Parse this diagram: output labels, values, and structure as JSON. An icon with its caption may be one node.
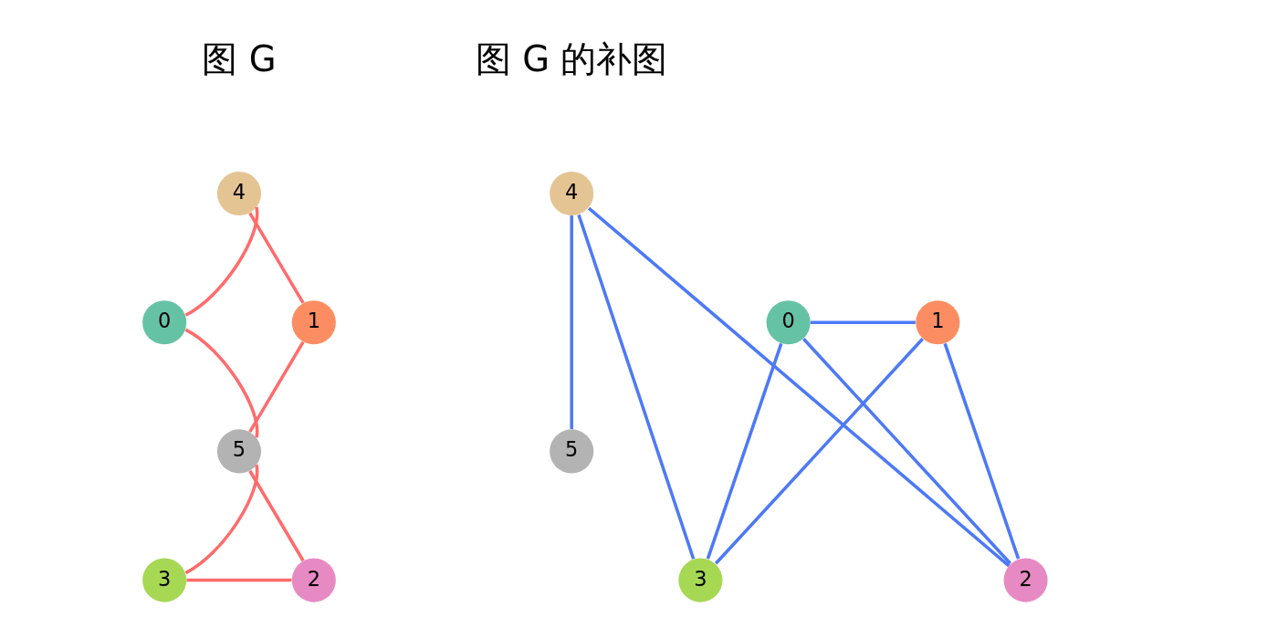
{
  "diagram": {
    "nodes": [
      {
        "text": [
          "0"
        ]
      },
      {
        "text": [
          "1"
        ]
      },
      {
        "text": [
          "2"
        ]
      },
      {
        "text": [
          "3"
        ]
      },
      {
        "text": [
          "4"
        ]
      },
      {
        "text": [
          "5"
        ]
      },
      {
        "text": [
          "0"
        ]
      },
      {
        "text": [
          "1"
        ]
      },
      {
        "text": [
          "2"
        ]
      },
      {
        "text": [
          "3"
        ]
      },
      {
        "text": [
          "4"
        ]
      },
      {
        "text": [
          "5"
        ]
      }
    ],
    "edges": [
      {
        "from": 4,
        "to": 0,
        "arrow": "none",
        "color": "#ff6b6b"
      },
      {
        "from": 4,
        "to": 1,
        "arrow": "none",
        "color": "#ff6b6b"
      },
      {
        "from": 0,
        "to": 5,
        "arrow": "none",
        "color": "#ff6b6b"
      },
      {
        "from": 1,
        "to": 5,
        "arrow": "none",
        "color": "#ff6b6b"
      },
      {
        "from": 5,
        "to": 3,
        "arrow": "none",
        "color": "#ff6b6b"
      },
      {
        "from": 5,
        "to": 2,
        "arrow": "none",
        "color": "#ff6b6b"
      },
      {
        "from": 3,
        "to": 2,
        "arrow": "none",
        "color": "#ff6b6b"
      },
      {
        "from": 6,
        "to": 7,
        "arrow": "none"
      },
      {
        "from": 6,
        "to": 9,
        "arrow": "none"
      },
      {
        "from": 6,
        "to": 8,
        "arrow": "none"
      },
      {
        "from": 10,
        "to": 9,
        "arrow": "none"
      },
      {
        "from": 10,
        "to": 11,
        "arrow": "none"
      },
      {
        "from": 10,
        "to": 8,
        "arrow": "none"
      },
      {
        "from": 7,
        "to": 9,
        "arrow": "none"
      },
      {
        "from": 7,
        "to": 8,
        "arrow": "none"
      }
    ],
    "labels": [
      "图 G",
      "图 G 的补图"
    ]
  }
}
